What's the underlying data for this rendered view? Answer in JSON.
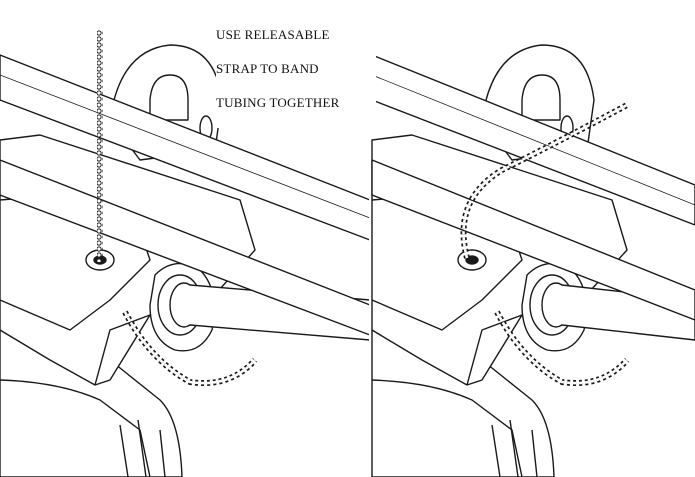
{
  "callout": {
    "line1": "USE RELEASABLE",
    "line2": "STRAP TO BAND",
    "line3": "TUBING TOGETHER"
  },
  "colors": {
    "stroke": "#1a1a1a",
    "fill": "#ffffff"
  },
  "panels": [
    {
      "id": "left",
      "strap_state": "loose"
    },
    {
      "id": "right",
      "strap_state": "banded"
    }
  ]
}
